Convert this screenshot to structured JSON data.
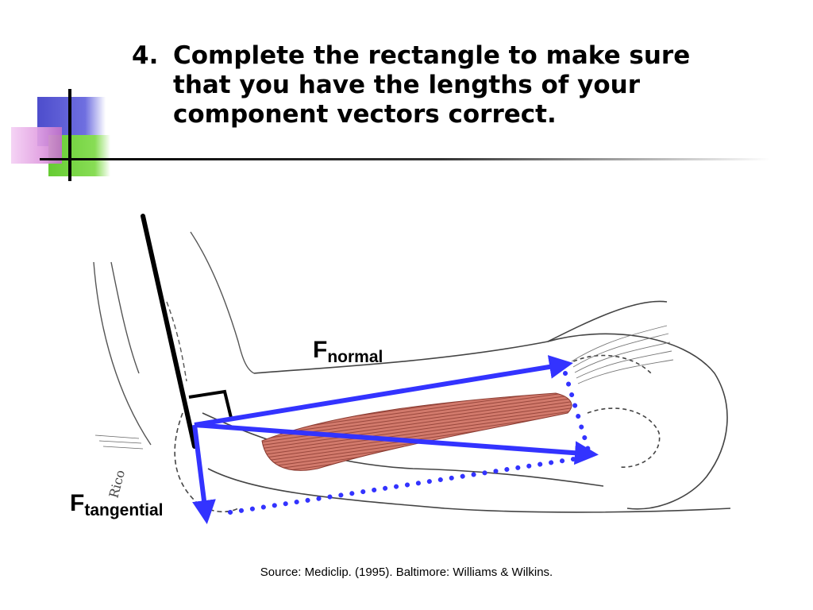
{
  "slide": {
    "number": "4.",
    "title": "Complete the rectangle to make sure that you have the lengths of your component vectors correct."
  },
  "labels": {
    "normal_main": "F",
    "normal_sub": "normal",
    "tangential_main": "F",
    "tangential_sub": "tangential"
  },
  "signature": "Rico",
  "source": "Source: Mediclip. (1995). Baltimore: Williams & Wilkins.",
  "colors": {
    "vector": "#3333ff",
    "muscle": "#c8665a",
    "lever": "#000000",
    "deco_blue": "#4d4dcc",
    "deco_green": "#66cc33",
    "deco_pink": "#e8a6e8"
  }
}
